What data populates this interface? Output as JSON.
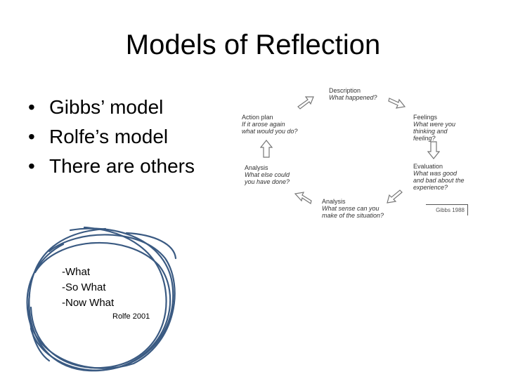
{
  "title": "Models of Reflection",
  "bullets": [
    {
      "bullet": "•",
      "text": "Gibbs’ model"
    },
    {
      "bullet": "•",
      "text": "Rolfe’s model"
    },
    {
      "bullet": "•",
      "text": "There are others"
    }
  ],
  "rolfe": {
    "lines": [
      "-What",
      "-So What",
      "-Now What"
    ],
    "citation": "Rolfe 2001",
    "color": "#3a5a82"
  },
  "gibbs": {
    "stages": [
      {
        "heading": "Description",
        "question": "What happened?"
      },
      {
        "heading": "Feelings",
        "question": "What were you thinking and feeling?"
      },
      {
        "heading": "Evaluation",
        "question": "What was good and bad about the experience?"
      },
      {
        "heading": "Analysis",
        "question": "What sense can you make of the situation?"
      },
      {
        "heading": "Analysis",
        "question": "What else could you have done?"
      },
      {
        "heading": "Action plan",
        "question": "If it arose again what would you do?"
      }
    ],
    "citation": "Gibbs 1988"
  }
}
